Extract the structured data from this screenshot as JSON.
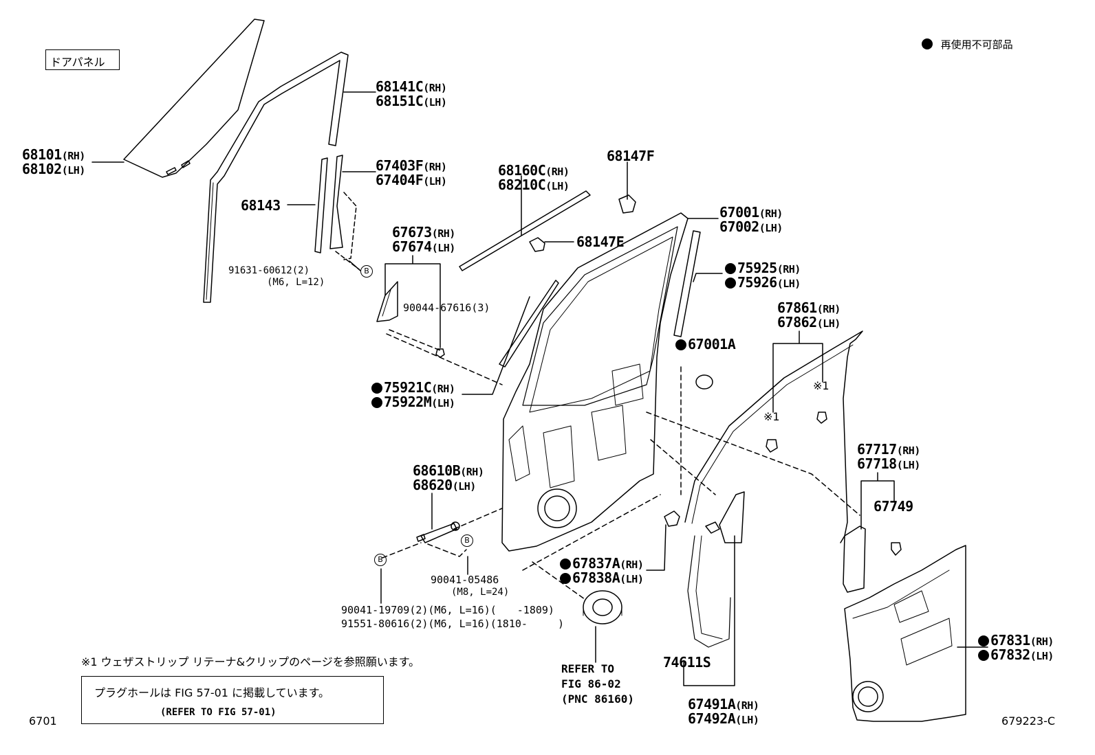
{
  "header": {
    "panel_title": "ドアパネル",
    "legend_text": "再使用不可部品"
  },
  "parts": {
    "p68101": {
      "num": "68101",
      "suffix": "(RH)"
    },
    "p68102": {
      "num": "68102",
      "suffix": "(LH)"
    },
    "p68141C": {
      "num": "68141C",
      "suffix": "(RH)"
    },
    "p68151C": {
      "num": "68151C",
      "suffix": "(LH)"
    },
    "p67403F": {
      "num": "67403F",
      "suffix": "(RH)"
    },
    "p67404F": {
      "num": "67404F",
      "suffix": "(LH)"
    },
    "p68143": {
      "num": "68143"
    },
    "p91631": {
      "num": "91631-60612(2)",
      "spec": "(M6, L=12)"
    },
    "p67673": {
      "num": "67673",
      "suffix": "(RH)"
    },
    "p67674": {
      "num": "67674",
      "suffix": "(LH)"
    },
    "p90044": {
      "num": "90044-67616(3)"
    },
    "p68160C": {
      "num": "68160C",
      "suffix": "(RH)"
    },
    "p68210C": {
      "num": "68210C",
      "suffix": "(LH)"
    },
    "p68147F": {
      "num": "68147F"
    },
    "p68147E": {
      "num": "68147E"
    },
    "p67001": {
      "num": "67001",
      "suffix": "(RH)"
    },
    "p67002": {
      "num": "67002",
      "suffix": "(LH)"
    },
    "p75925": {
      "num": "75925",
      "suffix": "(RH)"
    },
    "p75926": {
      "num": "75926",
      "suffix": "(LH)"
    },
    "p67001A": {
      "num": "67001A"
    },
    "p67861": {
      "num": "67861",
      "suffix": "(RH)"
    },
    "p67862": {
      "num": "67862",
      "suffix": "(LH)"
    },
    "note1a": "※1",
    "note1b": "※1",
    "p75921C": {
      "num": "75921C",
      "suffix": "(RH)"
    },
    "p75922M": {
      "num": "75922M",
      "suffix": "(LH)"
    },
    "p68610B": {
      "num": "68610B",
      "suffix": "(RH)"
    },
    "p68620": {
      "num": "68620",
      "suffix": "(LH)"
    },
    "p67717": {
      "num": "67717",
      "suffix": "(RH)"
    },
    "p67718": {
      "num": "67718",
      "suffix": "(LH)"
    },
    "p67749": {
      "num": "67749"
    },
    "p90041_05486": {
      "num": "90041-05486",
      "spec": "(M8, L=24)"
    },
    "p67837A": {
      "num": "67837A",
      "suffix": "(RH)"
    },
    "p67838A": {
      "num": "67838A",
      "suffix": "(LH)"
    },
    "p90041_19709": {
      "num": "90041-19709(2)(M6, L=16)(",
      "range": "-1809)"
    },
    "p91551_80616": {
      "num": "91551-80616(2)(M6, L=16)(1810-",
      "range": ")"
    },
    "p74611S": {
      "num": "74611S"
    },
    "p67491A": {
      "num": "67491A",
      "suffix": "(RH)"
    },
    "p67492A": {
      "num": "67492A",
      "suffix": "(LH)"
    },
    "p67831": {
      "num": "67831",
      "suffix": "(RH)"
    },
    "p67832": {
      "num": "67832",
      "suffix": "(LH)"
    }
  },
  "refer_speaker": {
    "line1": "REFER TO",
    "line2": "FIG 86-02",
    "line3": "(PNC 86160)"
  },
  "circle_b": "B",
  "footnote": "※1 ウェザストリップ リテーナ&クリップのページを参照願います。",
  "plug_note": {
    "line1": "プラグホールは FIG 57-01 に掲載しています。",
    "line2": "(REFER TO FIG 57-01)"
  },
  "footer": {
    "left_code": "6701",
    "right_code": "679223-C"
  }
}
